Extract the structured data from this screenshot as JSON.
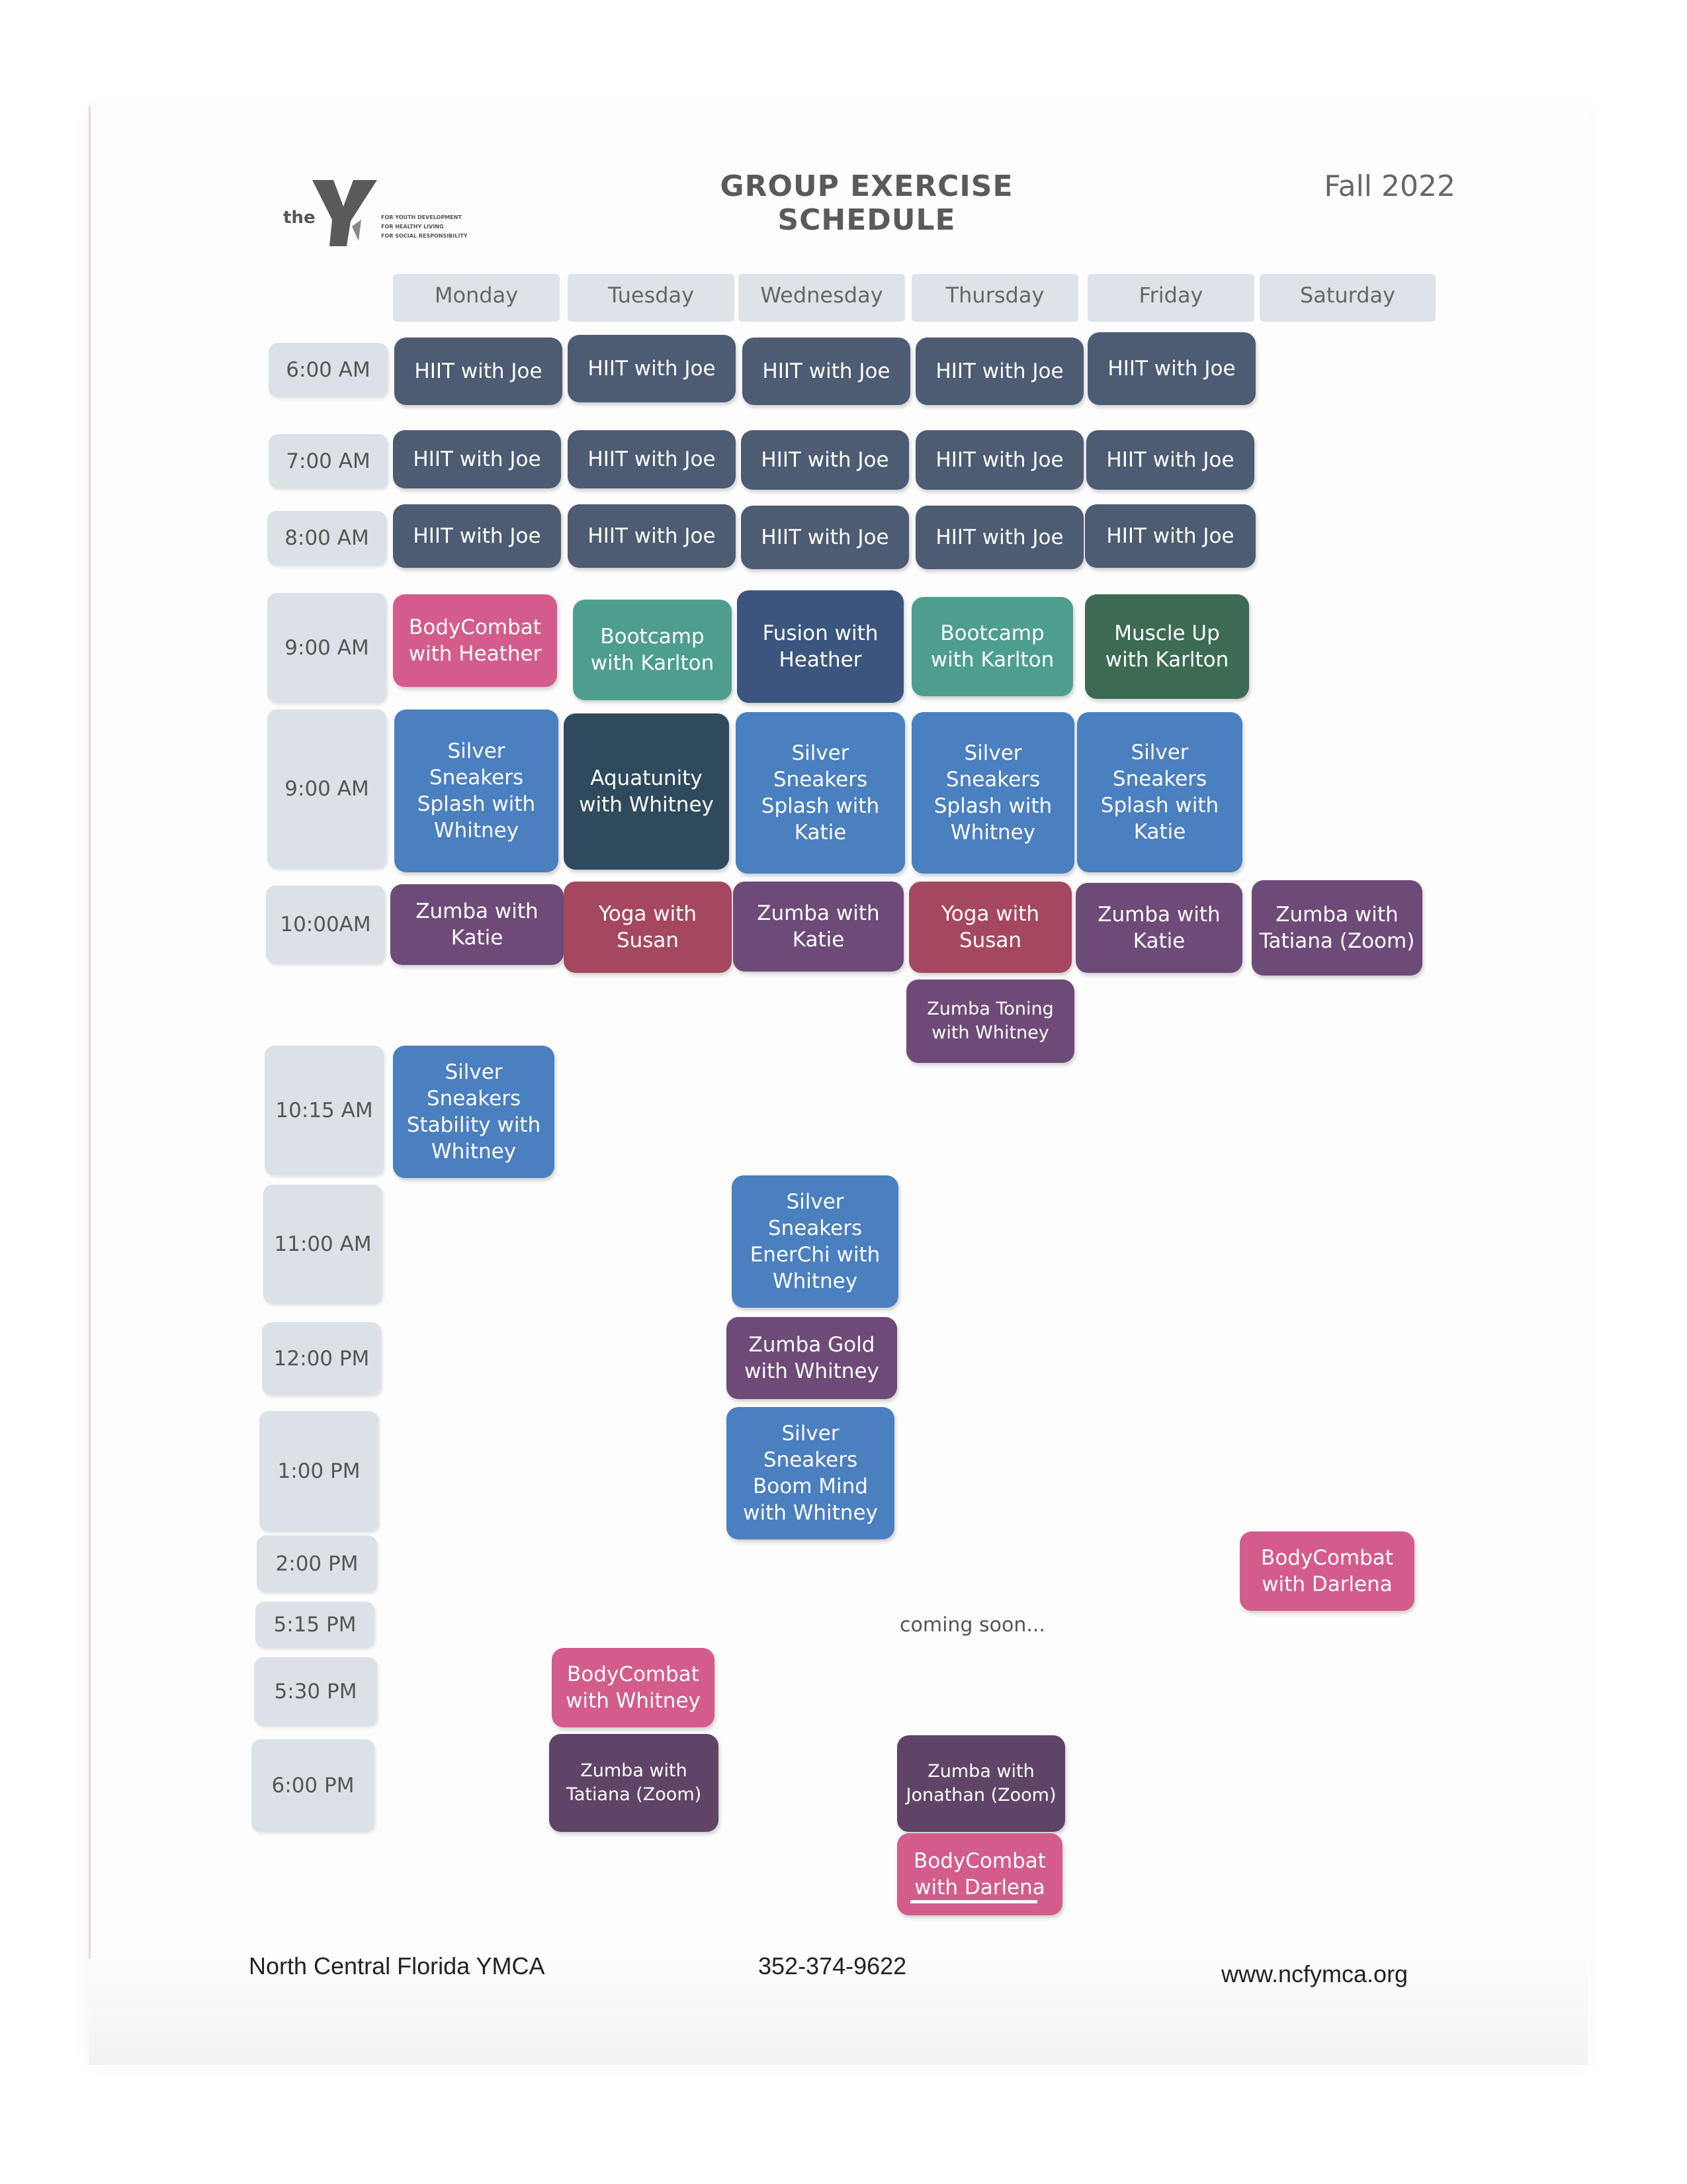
{
  "header": {
    "logo_the": "the",
    "logo_tagline": [
      "FOR YOUTH DEVELOPMENT",
      "FOR HEALTHY LIVING",
      "FOR SOCIAL RESPONSIBILITY"
    ],
    "title": "GROUP EXERCISE SCHEDULE",
    "season": "Fall 2022"
  },
  "days": [
    "Monday",
    "Tuesday",
    "Wednesday",
    "Thursday",
    "Friday",
    "Saturday"
  ],
  "times": [
    "6:00 AM",
    "7:00 AM",
    "8:00 AM",
    "9:00 AM",
    "9:00 AM",
    "10:00AM",
    "10:15 AM",
    "11:00 AM",
    "12:00 PM",
    "1:00 PM",
    "2:00 PM",
    "5:15 PM",
    "5:30 PM",
    "6:00 PM"
  ],
  "classes": [
    {
      "label": "HIIT with Joe",
      "day": "Monday",
      "time": "6:00 AM",
      "color": "#4d5b73"
    },
    {
      "label": "HIIT with Joe",
      "day": "Tuesday",
      "time": "6:00 AM",
      "color": "#4d5b73"
    },
    {
      "label": "HIIT with Joe",
      "day": "Wednesday",
      "time": "6:00 AM",
      "color": "#4d5b73"
    },
    {
      "label": "HIIT with Joe",
      "day": "Thursday",
      "time": "6:00 AM",
      "color": "#4d5b73"
    },
    {
      "label": "HIIT with Joe",
      "day": "Friday",
      "time": "6:00 AM",
      "color": "#4d5b73"
    },
    {
      "label": "HIIT with Joe",
      "day": "Monday",
      "time": "7:00 AM",
      "color": "#4d5b73"
    },
    {
      "label": "HIIT with Joe",
      "day": "Tuesday",
      "time": "7:00 AM",
      "color": "#4d5b73"
    },
    {
      "label": "HIIT with Joe",
      "day": "Wednesday",
      "time": "7:00 AM",
      "color": "#4d5b73"
    },
    {
      "label": "HIIT with Joe",
      "day": "Thursday",
      "time": "7:00 AM",
      "color": "#4d5b73"
    },
    {
      "label": "HIIT with Joe",
      "day": "Friday",
      "time": "7:00 AM",
      "color": "#4d5b73"
    },
    {
      "label": "HIIT with Joe",
      "day": "Monday",
      "time": "8:00 AM",
      "color": "#4d5b73"
    },
    {
      "label": "HIIT with Joe",
      "day": "Tuesday",
      "time": "8:00 AM",
      "color": "#4d5b73"
    },
    {
      "label": "HIIT with Joe",
      "day": "Wednesday",
      "time": "8:00 AM",
      "color": "#4d5b73"
    },
    {
      "label": "HIIT with Joe",
      "day": "Thursday",
      "time": "8:00 AM",
      "color": "#4d5b73"
    },
    {
      "label": "HIIT with Joe",
      "day": "Friday",
      "time": "8:00 AM",
      "color": "#4d5b73"
    },
    {
      "label": "BodyCombat with Heather",
      "day": "Monday",
      "time": "9:00 AM",
      "color": "#d45c8c"
    },
    {
      "label": "Bootcamp with Karlton",
      "day": "Tuesday",
      "time": "9:00 AM",
      "color": "#4e9e8f"
    },
    {
      "label": "Fusion with Heather",
      "day": "Wednesday",
      "time": "9:00 AM",
      "color": "#3b557f"
    },
    {
      "label": "Bootcamp with Karlton",
      "day": "Thursday",
      "time": "9:00 AM",
      "color": "#4e9e8f"
    },
    {
      "label": "Muscle Up with Karlton",
      "day": "Friday",
      "time": "9:00 AM",
      "color": "#3c6b52"
    },
    {
      "label": "Silver Sneakers Splash with Whitney",
      "day": "Monday",
      "time": "9:00 AM",
      "color": "#4a7fc0"
    },
    {
      "label": "Aquatunity with Whitney",
      "day": "Tuesday",
      "time": "9:00 AM",
      "color": "#2e4a5c"
    },
    {
      "label": "Silver Sneakers Splash with Katie",
      "day": "Wednesday",
      "time": "9:00 AM",
      "color": "#4a7fc0"
    },
    {
      "label": "Silver Sneakers Splash with Whitney",
      "day": "Thursday",
      "time": "9:00 AM",
      "color": "#4a7fc0"
    },
    {
      "label": "Silver Sneakers Splash with Katie",
      "day": "Friday",
      "time": "9:00 AM",
      "color": "#4a7fc0"
    },
    {
      "label": "Zumba with Katie",
      "day": "Monday",
      "time": "10:00AM",
      "color": "#6e4a78"
    },
    {
      "label": "Yoga with Susan",
      "day": "Tuesday",
      "time": "10:00AM",
      "color": "#a5485f"
    },
    {
      "label": "Zumba with Katie",
      "day": "Wednesday",
      "time": "10:00AM",
      "color": "#6e4a78"
    },
    {
      "label": "Yoga with Susan",
      "day": "Thursday",
      "time": "10:00AM",
      "color": "#a5485f"
    },
    {
      "label": "Zumba with Katie",
      "day": "Friday",
      "time": "10:00AM",
      "color": "#6e4a78"
    },
    {
      "label": "Zumba with Tatiana (Zoom)",
      "day": "Saturday",
      "time": "10:00AM",
      "color": "#6e4a78"
    },
    {
      "label": "Zumba Toning with Whitney",
      "day": "Thursday",
      "time": "10:00AM",
      "color": "#6e4a78"
    },
    {
      "label": "Silver Sneakers Stability with Whitney",
      "day": "Monday",
      "time": "10:15 AM",
      "color": "#4a7fc0"
    },
    {
      "label": "Silver Sneakers EnerChi with Whitney",
      "day": "Wednesday",
      "time": "11:00 AM",
      "color": "#4a7fc0"
    },
    {
      "label": "Zumba Gold with Whitney",
      "day": "Wednesday",
      "time": "12:00 PM",
      "color": "#6e4a78"
    },
    {
      "label": "Silver Sneakers Boom Mind with Whitney",
      "day": "Wednesday",
      "time": "1:00 PM",
      "color": "#4a7fc0"
    },
    {
      "label": "BodyCombat with Darlena",
      "day": "Saturday",
      "time": "2:00 PM",
      "color": "#d45c8c"
    },
    {
      "label": "BodyCombat with Whitney",
      "day": "Tuesday",
      "time": "5:30 PM",
      "color": "#d45c8c"
    },
    {
      "label": "Zumba with Tatiana (Zoom)",
      "day": "Tuesday",
      "time": "6:00 PM",
      "color": "#5f4468"
    },
    {
      "label": "Zumba with Jonathan (Zoom)",
      "day": "Thursday",
      "time": "6:00 PM",
      "color": "#5f4468"
    },
    {
      "label": "BodyCombat with Darlena",
      "day": "Thursday",
      "time": "6:00 PM",
      "color": "#d45c8c"
    }
  ],
  "note": "coming soon...",
  "footer": {
    "org": "North Central Florida YMCA",
    "phone": "352-374-9622",
    "website": "www.ncfymca.org"
  }
}
